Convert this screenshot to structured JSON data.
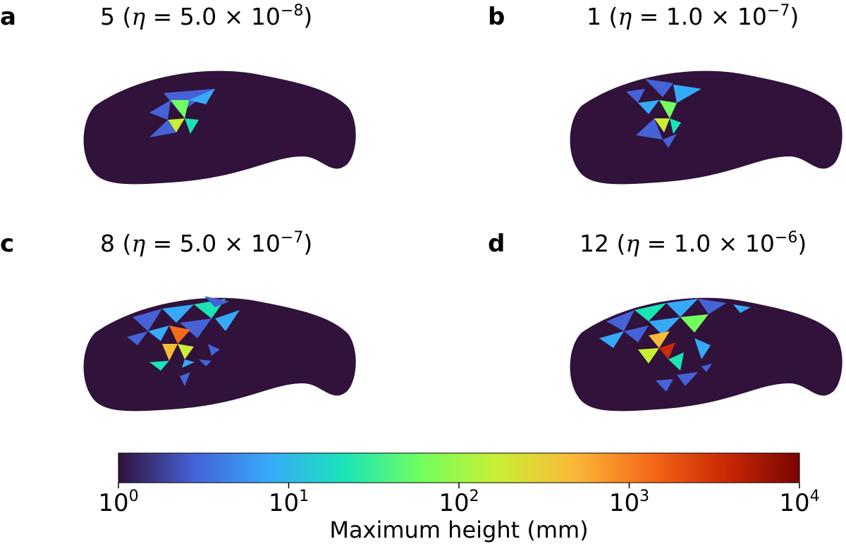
{
  "panels": [
    {
      "letter": "a",
      "label": "5",
      "eta_mantissa": "5.0",
      "eta_exponent": "−8"
    },
    {
      "letter": "b",
      "label": "1",
      "eta_mantissa": "1.0",
      "eta_exponent": "−7"
    },
    {
      "letter": "c",
      "label": "8",
      "eta_mantissa": "5.0",
      "eta_exponent": "−7"
    },
    {
      "letter": "d",
      "label": "12",
      "eta_mantissa": "1.0",
      "eta_exponent": "−6"
    }
  ],
  "eta_symbol": "η",
  "colorbar": {
    "label": "Maximum height (mm)",
    "scale": "log",
    "range": [
      1,
      10000
    ],
    "ticks": [
      {
        "base": "10",
        "exp": "0"
      },
      {
        "base": "10",
        "exp": "1"
      },
      {
        "base": "10",
        "exp": "2"
      },
      {
        "base": "10",
        "exp": "3"
      },
      {
        "base": "10",
        "exp": "4"
      }
    ],
    "colormap": [
      "#30123b",
      "#4662d7",
      "#36aaf9",
      "#1ae4b6",
      "#72fe5e",
      "#c8ef34",
      "#faba39",
      "#f66b19",
      "#cb2a04",
      "#7a0403"
    ]
  },
  "colors": {
    "background_body": "#30123b"
  }
}
